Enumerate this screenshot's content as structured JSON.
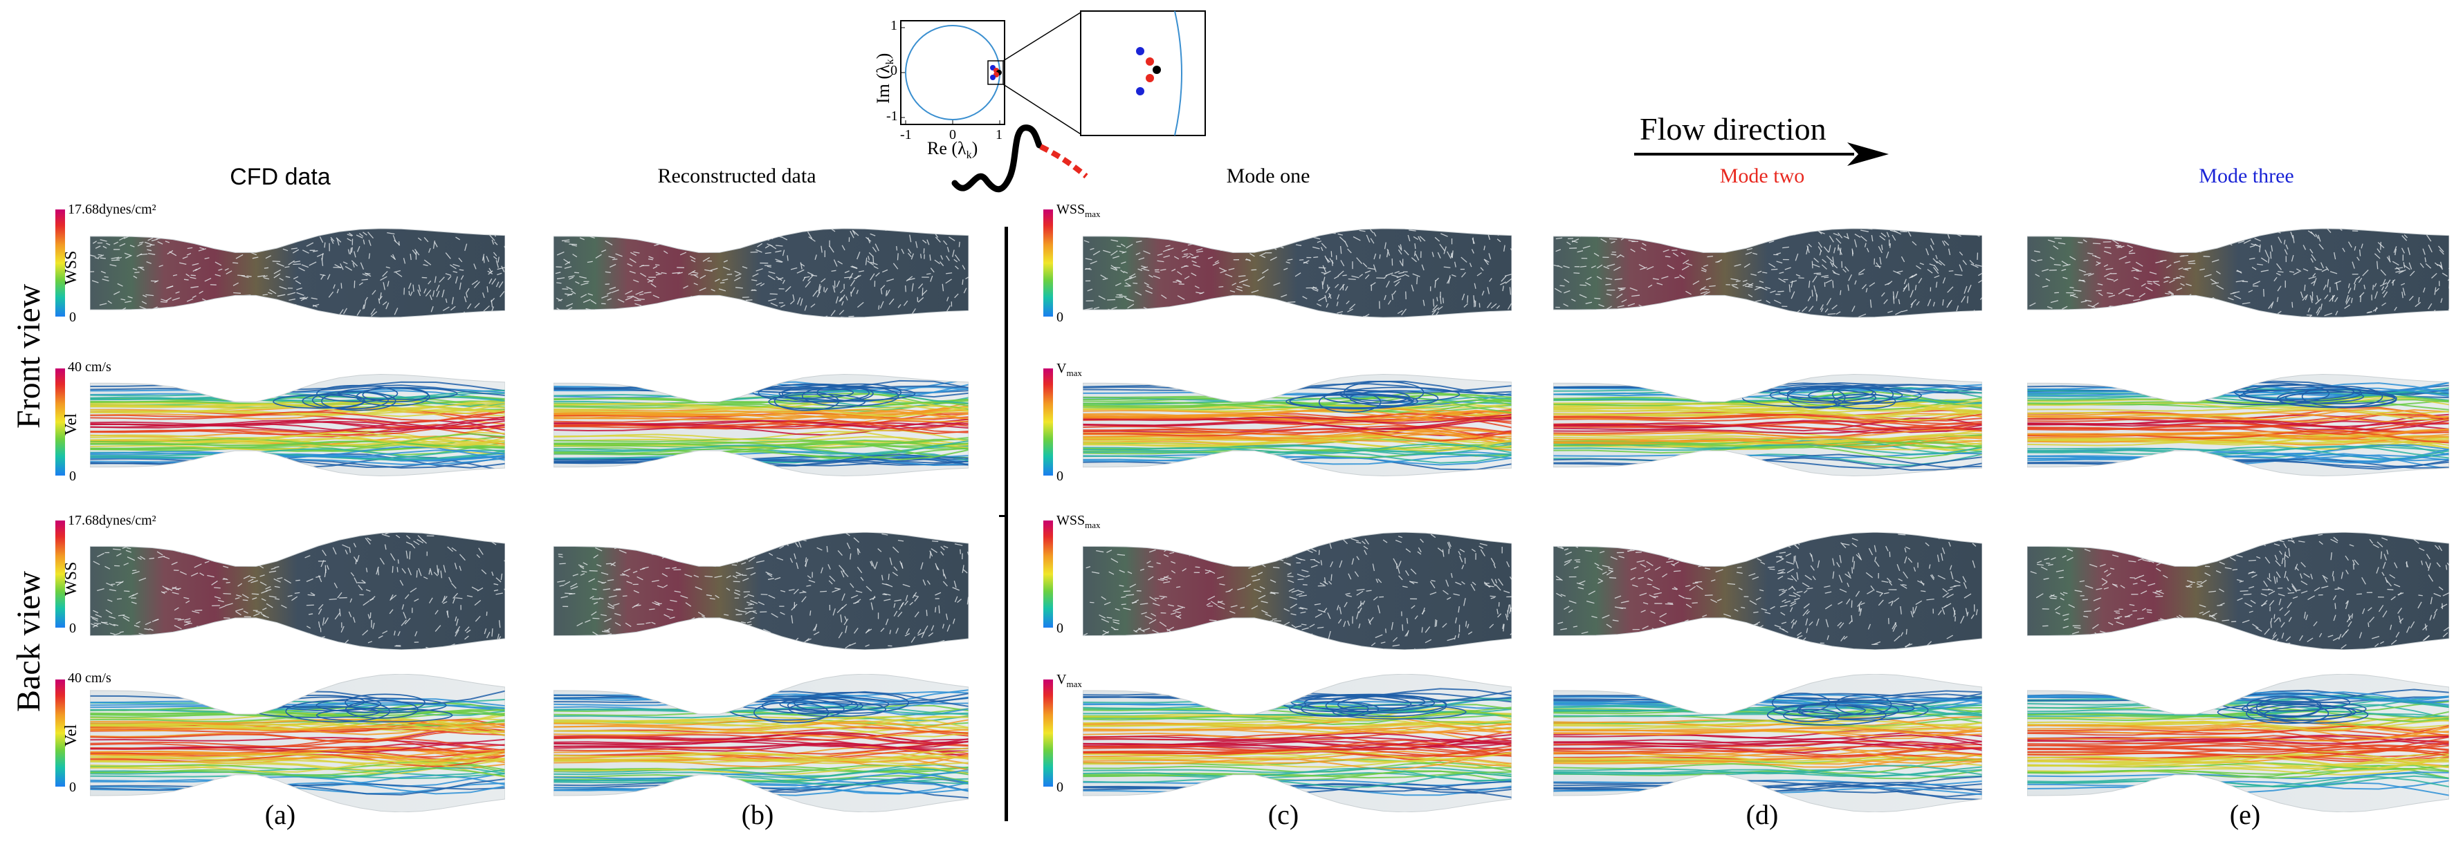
{
  "columns": [
    {
      "title": "CFD data",
      "label": "(a)",
      "color": "#000000"
    },
    {
      "title": "Reconstructed data",
      "label": "(b)",
      "color": "#000000"
    },
    {
      "title": "Mode one",
      "label": "(c)",
      "color": "#000000"
    },
    {
      "title": "Mode two",
      "label": "(d)",
      "color": "#e8281f"
    },
    {
      "title": "Mode three",
      "label": "(e)",
      "color": "#1a24d6"
    }
  ],
  "views": {
    "front": "Front view",
    "back": "Back view"
  },
  "colorbars": {
    "wss_label": "WSS",
    "vel_label": "Vel",
    "wss_max_cfd": "17.68dynes/cm²",
    "vel_max_cfd": "40 cm/s",
    "wss_max_mode": "WSS",
    "wss_max_mode_sub": "max",
    "vel_max_mode": "V",
    "vel_max_mode_sub": "max",
    "zero": "0"
  },
  "flow_direction": "Flow direction",
  "inset": {
    "xlabel": "Re (λ",
    "xlabel_sub": "k",
    "ylabel": "Im (λ",
    "ylabel_sub": "k",
    "xticks": [
      "-1",
      "0",
      "1"
    ],
    "yticks": [
      "1",
      "0",
      "-1"
    ],
    "colors": {
      "circle": "#3a8fd0",
      "mode_one": "#000000",
      "mode_two": "#e8281f",
      "mode_three": "#1a24d6"
    }
  }
}
